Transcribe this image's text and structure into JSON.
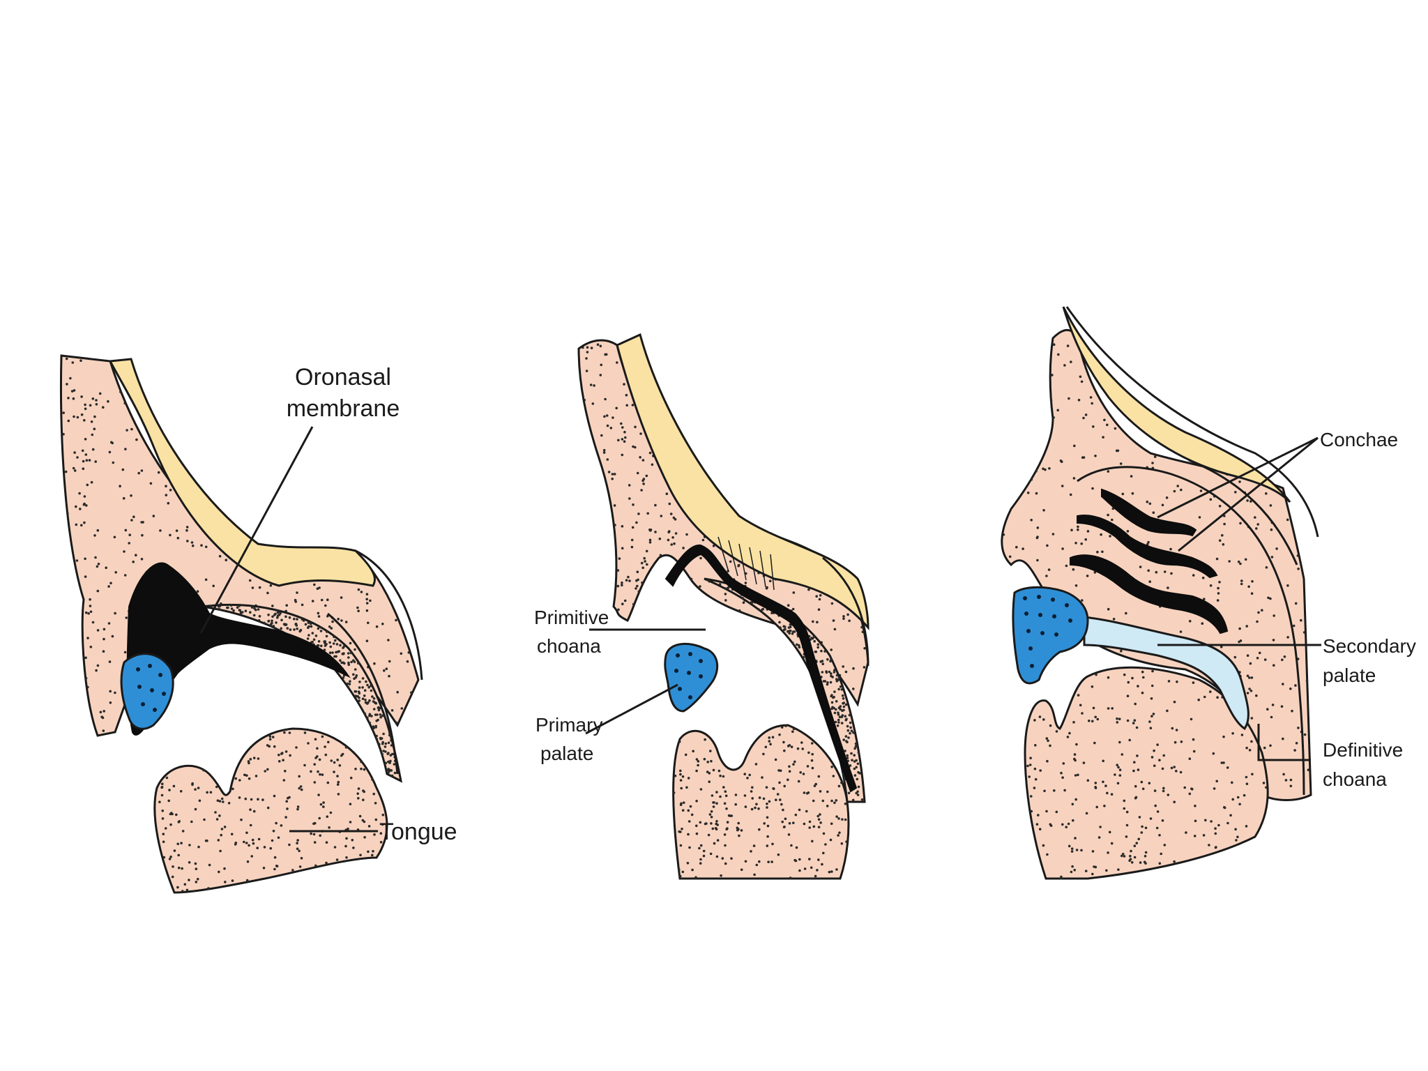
{
  "colors": {
    "tissue": "#f7d3bf",
    "bone": "#f9e2a4",
    "cartilage_blue": "#2f8fd6",
    "secondary_palate": "#cfe9f5",
    "membrane": "#0d0d0d",
    "outline": "#1a1a1a"
  },
  "panels": [
    {
      "labels": {
        "oronasal_line1": "Oronasal",
        "oronasal_line2": "membrane",
        "tongue": "Tongue"
      }
    },
    {
      "labels": {
        "primitive_line1": "Primitive",
        "primitive_line2": "choana",
        "primary_line1": "Primary",
        "primary_line2": "palate"
      }
    },
    {
      "labels": {
        "conchae": "Conchae",
        "secondary_line1": "Secondary",
        "secondary_line2": "palate",
        "definitive_line1": "Definitive",
        "definitive_line2": "choana"
      }
    }
  ]
}
